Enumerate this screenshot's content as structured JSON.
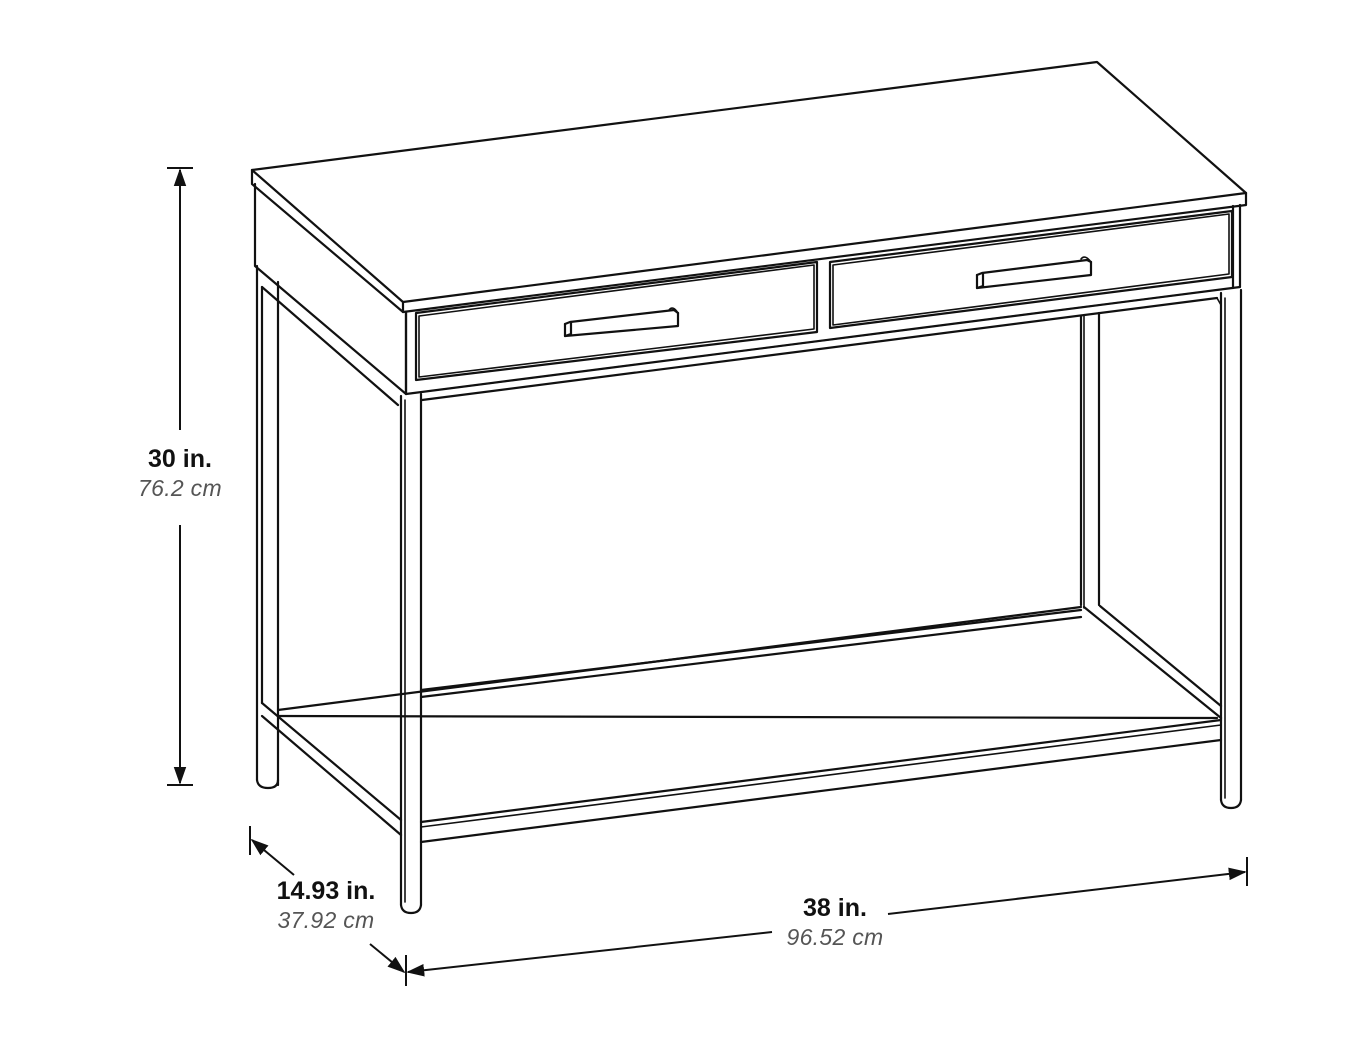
{
  "diagram": {
    "subject": "console-table-with-two-drawers",
    "line_color": "#111111",
    "background": "#ffffff"
  },
  "dimensions": {
    "height": {
      "imperial": "30 in.",
      "metric": "76.2 cm"
    },
    "depth": {
      "imperial": "14.93 in.",
      "metric": "37.92 cm"
    },
    "width": {
      "imperial": "38 in.",
      "metric": "96.52 cm"
    }
  }
}
